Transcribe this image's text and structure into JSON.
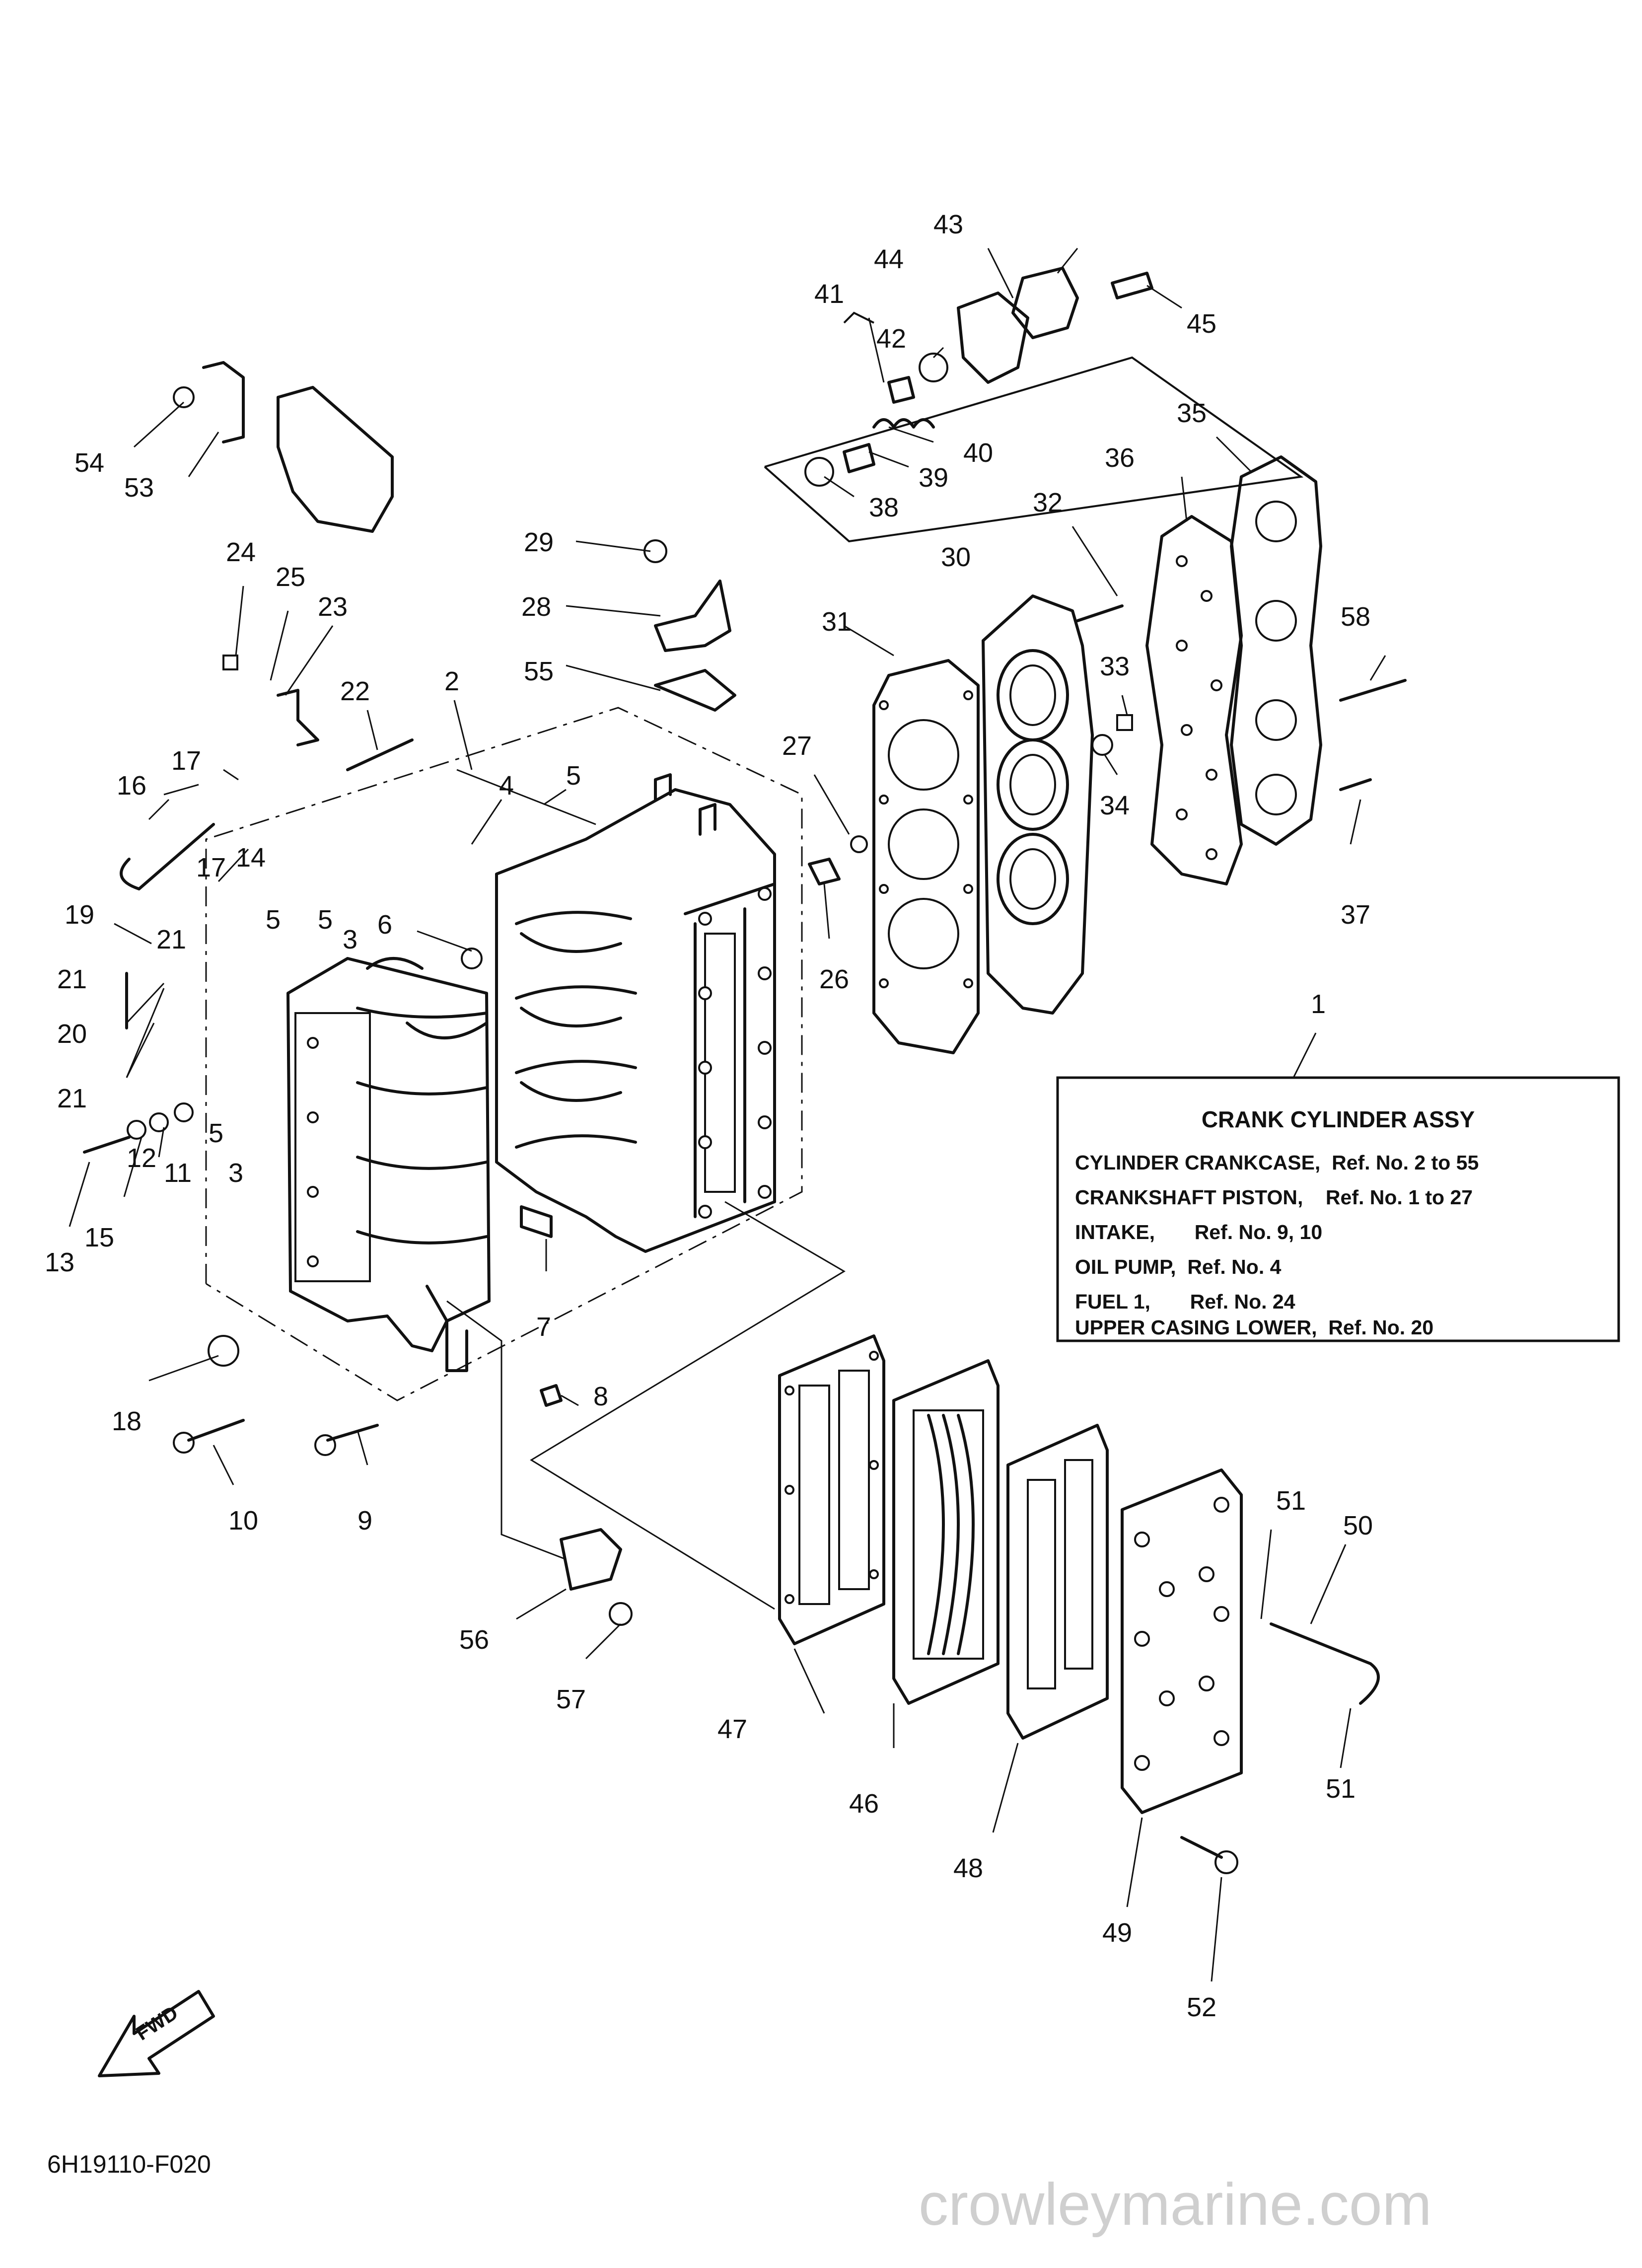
{
  "legend": {
    "title": "CRANK CYLINDER ASSY",
    "rows": [
      "CYLINDER CRANKCASE,  Ref. No. 2 to 55",
      "CRANKSHAFT PISTON,    Ref. No. 1 to 27",
      "INTAKE,       Ref. No. 9, 10",
      "OIL PUMP,  Ref. No. 4",
      "FUEL 1,       Ref. No. 24",
      "UPPER CASING LOWER,  Ref. No. 20"
    ]
  },
  "figure_code": "6H19110-F020",
  "watermark": "crowleymarine.com",
  "fwd_label": "FWD",
  "callouts": [
    "1",
    "2",
    "3",
    "3",
    "4",
    "5",
    "5",
    "5",
    "5",
    "6",
    "7",
    "8",
    "9",
    "10",
    "11",
    "12",
    "13",
    "14",
    "15",
    "16",
    "17",
    "17",
    "18",
    "19",
    "20",
    "21",
    "21",
    "21",
    "22",
    "23",
    "24",
    "25",
    "26",
    "27",
    "28",
    "29",
    "30",
    "31",
    "32",
    "33",
    "34",
    "35",
    "36",
    "37",
    "38",
    "39",
    "40",
    "41",
    "42",
    "43",
    "44",
    "45",
    "46",
    "47",
    "48",
    "49",
    "50",
    "51",
    "51",
    "52",
    "53",
    "54",
    "55",
    "56",
    "57",
    "58"
  ]
}
